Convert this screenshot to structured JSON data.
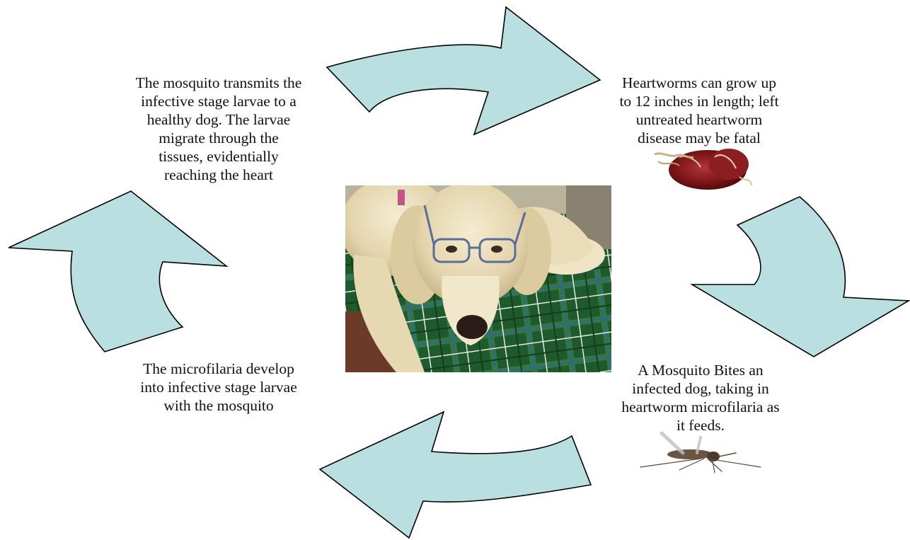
{
  "colors": {
    "arrow_fill": "#b9dfe1",
    "arrow_outline": "#000000",
    "background": "#ffffff"
  },
  "steps": [
    {
      "id": "transmission",
      "text": "The mosquito transmits the\ninfective stage larvae to a\nhealthy dog. The larvae\nmigrate through the\ntissues, evidentially\nreaching the heart"
    },
    {
      "id": "growth",
      "text": "Heartworms can grow up\nto 12 inches in length; left\nuntreated heartworm\ndisease may be fatal",
      "image": "heart-with-worms"
    },
    {
      "id": "bite",
      "text": "A Mosquito Bites an\ninfected dog, taking in\nheartworm microfilaria as\nit feeds.",
      "image": "mosquito"
    },
    {
      "id": "development",
      "text": "The microfilaria develop\ninto infective stage larvae\nwith the mosquito"
    }
  ],
  "center_image": "golden-retriever-wearing-glasses-on-plaid-bed",
  "arrows": [
    "top-arrow",
    "right-arrow",
    "bottom-arrow",
    "left-arrow"
  ]
}
